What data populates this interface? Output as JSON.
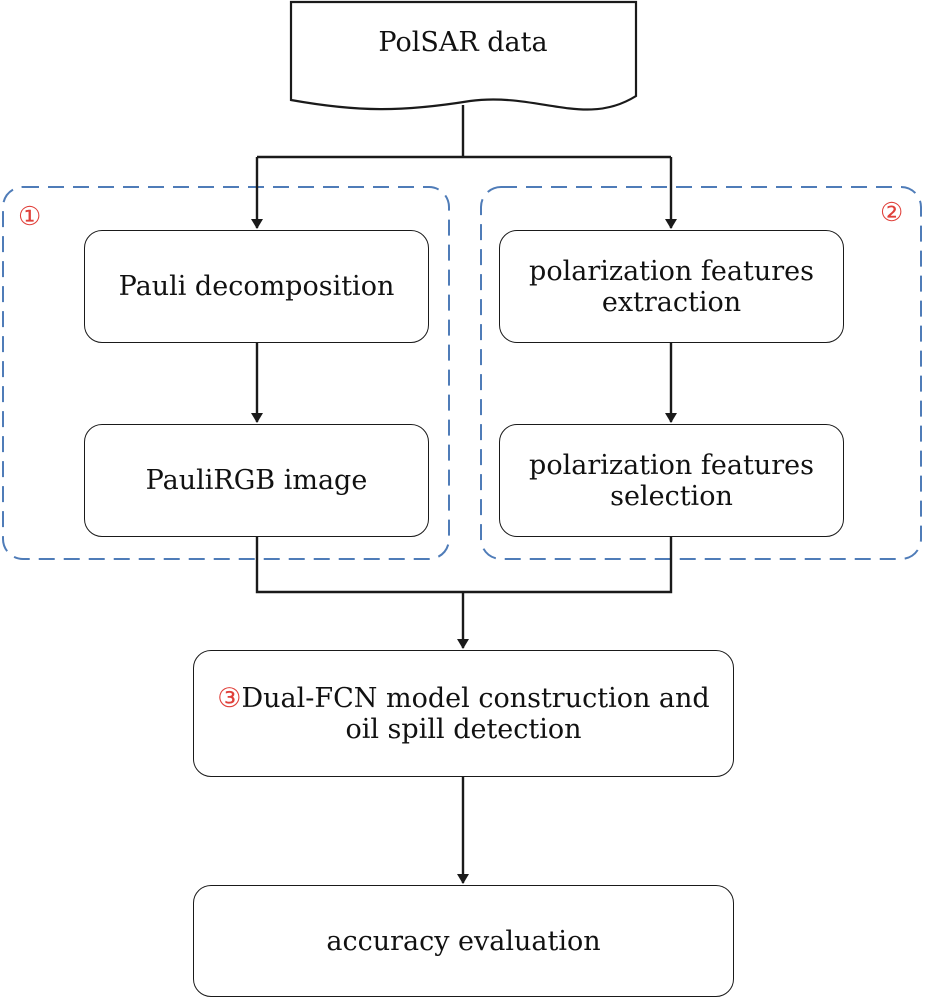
{
  "diagram": {
    "input": {
      "label": "PolSAR data"
    },
    "regions": [
      {
        "number": "①"
      },
      {
        "number": "②"
      }
    ],
    "boxes": {
      "pauli_decomposition": "Pauli decomposition",
      "pauli_rgb_image": "PauliRGB image",
      "features_extraction": "polarization features extraction",
      "features_selection": "polarization features selection",
      "model_number": "③",
      "model_construction": "Dual-FCN model construction and oil spill detection",
      "accuracy_evaluation": "accuracy evaluation"
    },
    "colors": {
      "stroke": "#1a1a1a",
      "region_border": "#4f7cb8",
      "region_number": "#e0403a"
    }
  }
}
